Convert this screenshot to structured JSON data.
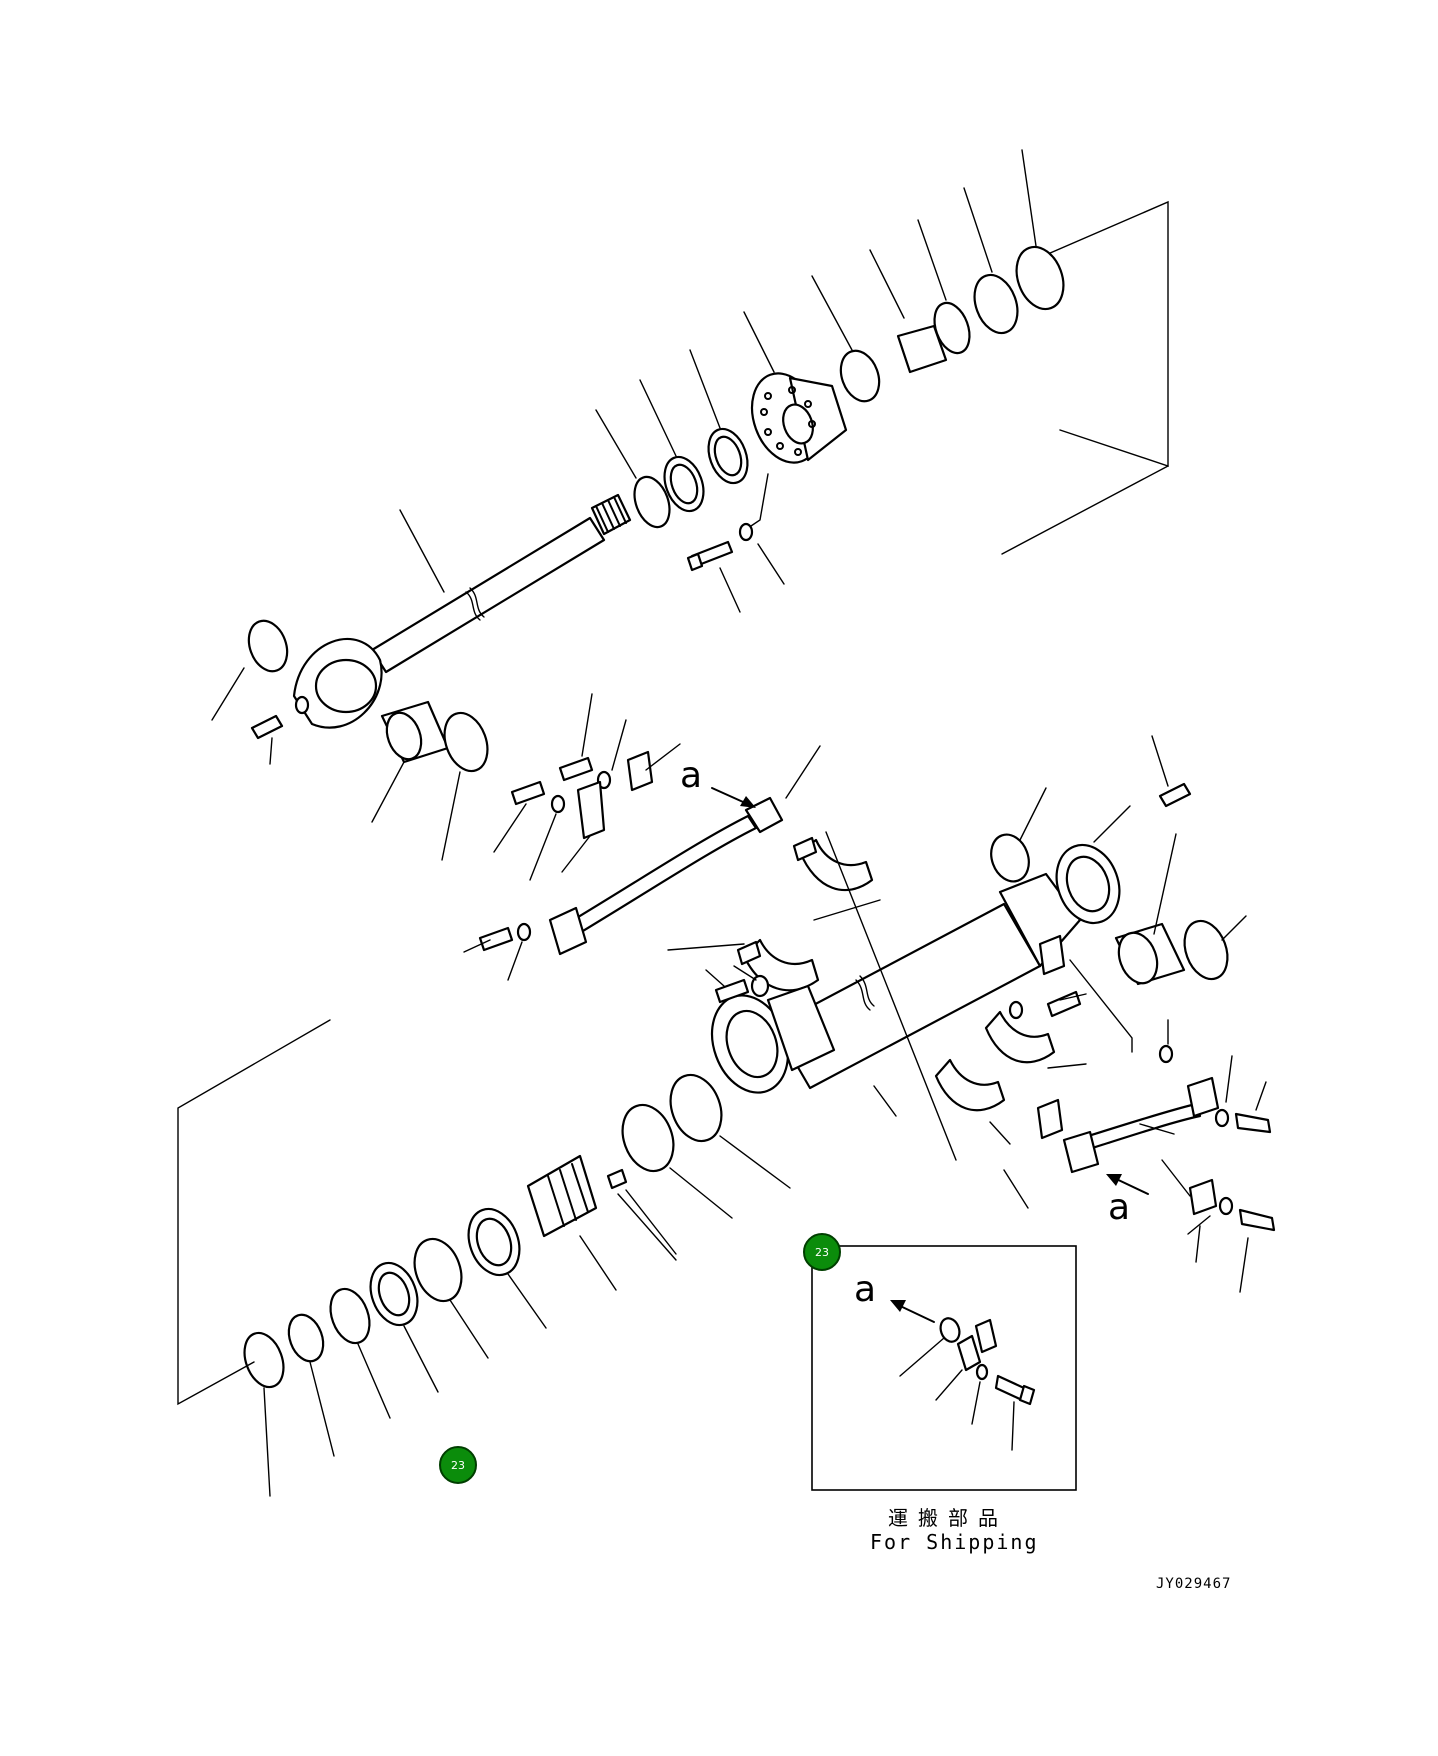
{
  "callouts": [
    {
      "label": "23",
      "name": "callout-23-shipping"
    },
    {
      "label": "23",
      "name": "callout-23-main"
    }
  ],
  "reference_letter": "a",
  "shipping_box": {
    "label_jp": "運搬部品",
    "label_en": "For Shipping"
  },
  "drawing_number": "JY029467",
  "colors": {
    "line": "#000000",
    "background": "#ffffff",
    "callout_fill": "#0b8c0b"
  }
}
